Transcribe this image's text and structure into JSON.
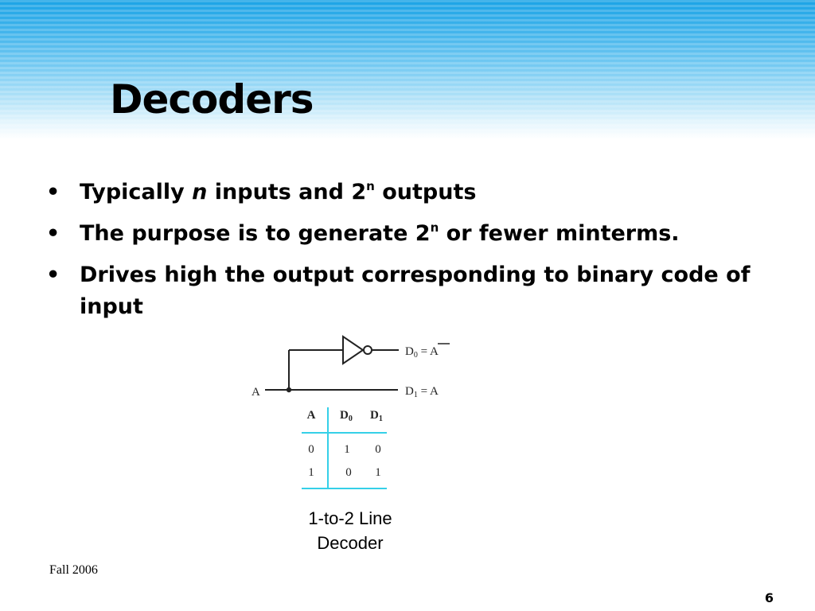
{
  "slide": {
    "title": "Decoders",
    "bullets": [
      {
        "part1": "Typically ",
        "var_n": "n",
        "part2": " inputs and 2",
        "sup": "n",
        "part3": " outputs"
      },
      {
        "part1": "The purpose is to generate 2",
        "sup": "n",
        "part2": " or fewer minterms."
      },
      {
        "text": "Drives high the output corresponding to binary code of input"
      }
    ],
    "diagram": {
      "input_label": "A",
      "output_d0": {
        "name": "D",
        "sub": "0",
        "eq": " = ",
        "expr": "A"
      },
      "output_d1": {
        "name": "D",
        "sub": "1",
        "eq": " = ",
        "expr": "A"
      },
      "truth_table": {
        "headers": [
          {
            "name": "A",
            "sub": ""
          },
          {
            "name": "D",
            "sub": "0"
          },
          {
            "name": "D",
            "sub": "1"
          }
        ],
        "rows": [
          [
            "0",
            "1",
            "0"
          ],
          [
            "1",
            "0",
            "1"
          ]
        ]
      },
      "caption_line1": "1-to-2 Line",
      "caption_line2": "Decoder"
    },
    "footer": "Fall 2006",
    "page_number": "6",
    "colors": {
      "header_top": "#1aa3e6",
      "table_rule": "#35d0e8"
    }
  }
}
